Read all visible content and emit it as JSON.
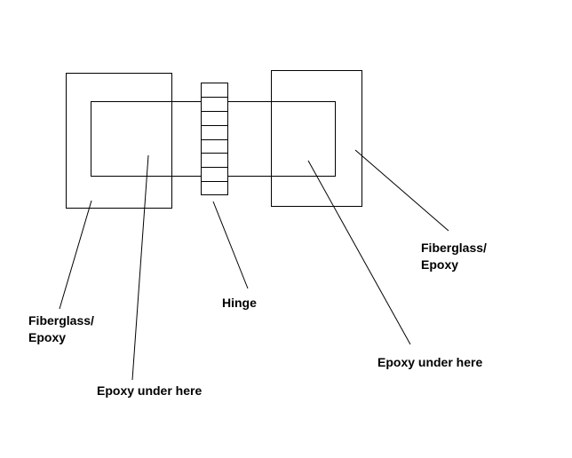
{
  "labels": {
    "fiberglass_left": [
      "Fiberglass/",
      "Epoxy"
    ],
    "fiberglass_right": [
      "Fiberglass/",
      "Epoxy"
    ],
    "hinge": "Hinge",
    "epoxy_left": "Epoxy under here",
    "epoxy_right": "Epoxy under here"
  },
  "hinge_segments": 8,
  "colors": {
    "stroke": "#000000",
    "background": "#ffffff",
    "text": "#000000"
  }
}
